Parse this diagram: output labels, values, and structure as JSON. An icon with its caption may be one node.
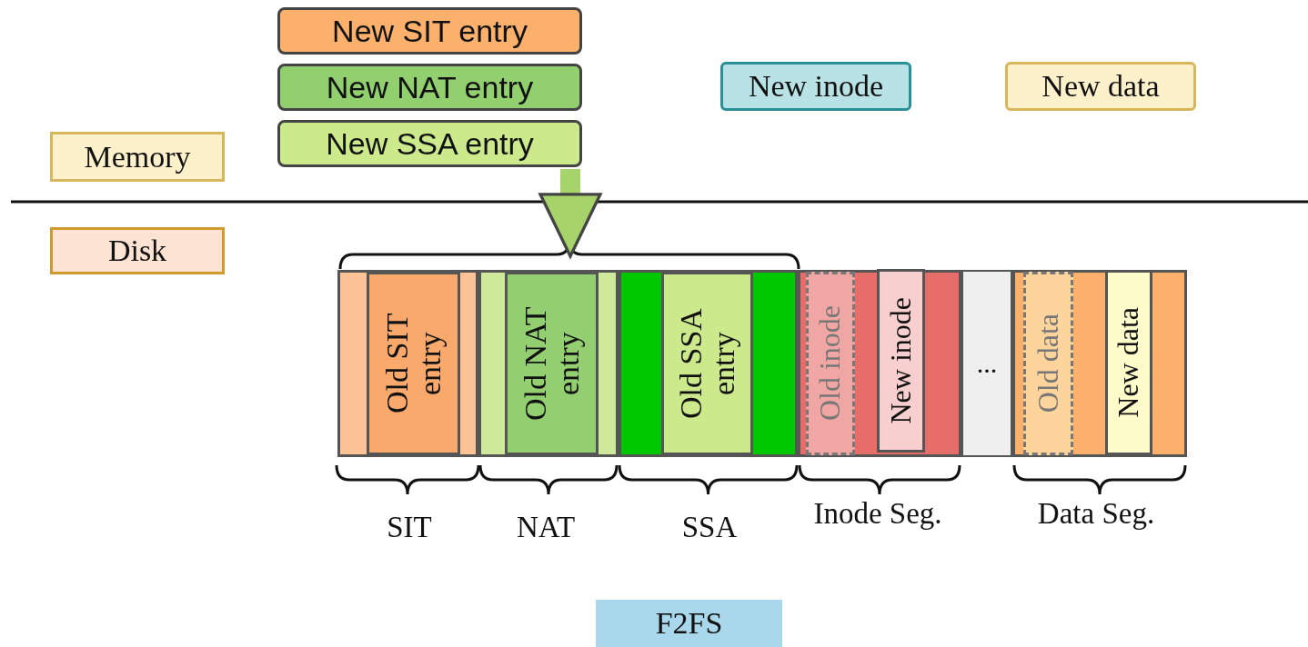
{
  "diagram": {
    "nodes": [
      {
        "text": [
          "New SIT entry"
        ]
      },
      {
        "text": [
          "New NAT entry"
        ]
      },
      {
        "text": [
          "New SSA entry"
        ]
      },
      {
        "text": [
          "New inode"
        ]
      },
      {
        "text": [
          "New data"
        ]
      },
      {
        "text": [
          "Memory"
        ]
      },
      {
        "text": [
          "Disk"
        ]
      },
      {
        "text": [
          "Old SIT entry"
        ]
      },
      {
        "text": [
          "Old NAT entry"
        ]
      },
      {
        "text": [
          "Old SSA entry"
        ]
      },
      {
        "text": [
          "Old inode"
        ]
      },
      {
        "text": [
          "New inode"
        ]
      },
      {
        "text": [
          "..."
        ]
      },
      {
        "text": [
          "Old data"
        ]
      },
      {
        "text": [
          "New data"
        ]
      },
      {
        "text": [
          "F2FS"
        ]
      },
      {
        "text": [],
        "shape": "bracket"
      }
    ],
    "edges": [
      {
        "from": 2,
        "to": 16,
        "arrow": "to"
      }
    ],
    "labels": [
      "SIT",
      "NAT",
      "SSA",
      "Inode Seg.",
      "Data Seg."
    ]
  }
}
